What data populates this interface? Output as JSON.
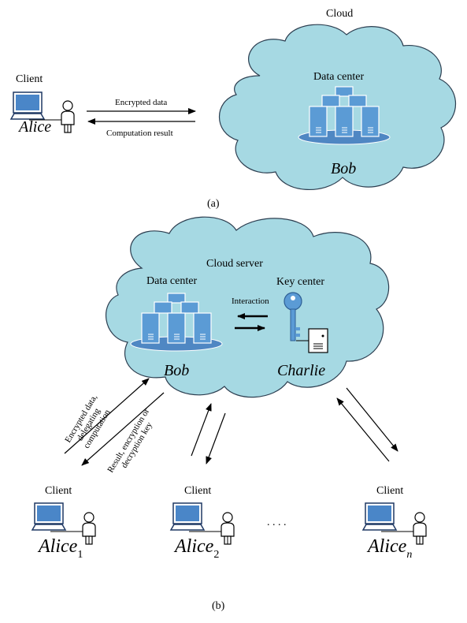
{
  "panel_a": {
    "cloud_label": "Cloud",
    "client_label": "Client",
    "alice": "Alice",
    "data_center": "Data center",
    "bob": "Bob",
    "encrypted_data": "Encrypted data",
    "computation_result": "Computation result",
    "caption": "(a)"
  },
  "panel_b": {
    "cloud_server": "Cloud server",
    "data_center": "Data center",
    "key_center": "Key center",
    "interaction": "Interaction",
    "bob": "Bob",
    "charlie": "Charlie",
    "encrypted_data_line1": "Encrypted data,",
    "encrypted_data_line2": "delegating",
    "encrypted_data_line3": "computation",
    "result_line1": "Result, encryption or",
    "result_line2": "decryption key",
    "client_1": "Client",
    "client_2": "Client",
    "client_n": "Client",
    "alice_1": "Alice",
    "alice_1_sub": "1",
    "alice_2": "Alice",
    "alice_2_sub": "2",
    "alice_n": "Alice",
    "alice_n_sub": "n",
    "ellipsis": ". . . .",
    "caption": "(b)"
  },
  "colors": {
    "cloud_fill": "#a6d9e3",
    "server_fill": "#5b9bd5",
    "platform_fill": "#4f87c3",
    "screen_fill": "#4a86c8",
    "key_fill": "#5b9bd5"
  }
}
